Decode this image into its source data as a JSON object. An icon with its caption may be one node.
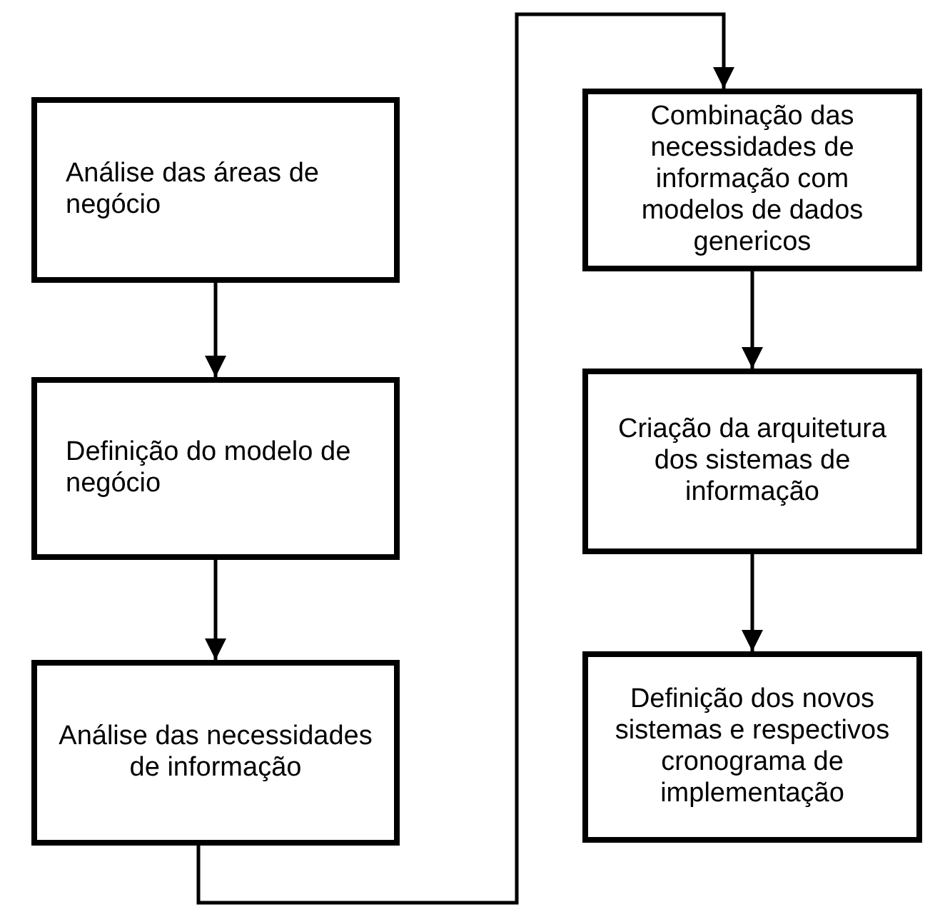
{
  "diagram": {
    "nodes": [
      {
        "text": [
          "Análise das áreas de negócio"
        ]
      },
      {
        "text": [
          "Definição do modelo de negócio"
        ]
      },
      {
        "text": [
          "Análise das necessidades de informação"
        ]
      },
      {
        "text": [
          "Combinação das necessidades de informação com modelos de dados genericos"
        ]
      },
      {
        "text": [
          "Criação da arquitetura dos sistemas de informação"
        ]
      },
      {
        "text": [
          "Definição dos novos sistemas e respectivos cronograma de implementação"
        ]
      }
    ],
    "edges": [
      {
        "from": 0,
        "to": 1,
        "arrow": "to"
      },
      {
        "from": 1,
        "to": 2,
        "arrow": "to"
      },
      {
        "from": 2,
        "to": 3,
        "arrow": "to"
      },
      {
        "from": 3,
        "to": 4,
        "arrow": "to"
      },
      {
        "from": 4,
        "to": 5,
        "arrow": "to"
      }
    ]
  }
}
